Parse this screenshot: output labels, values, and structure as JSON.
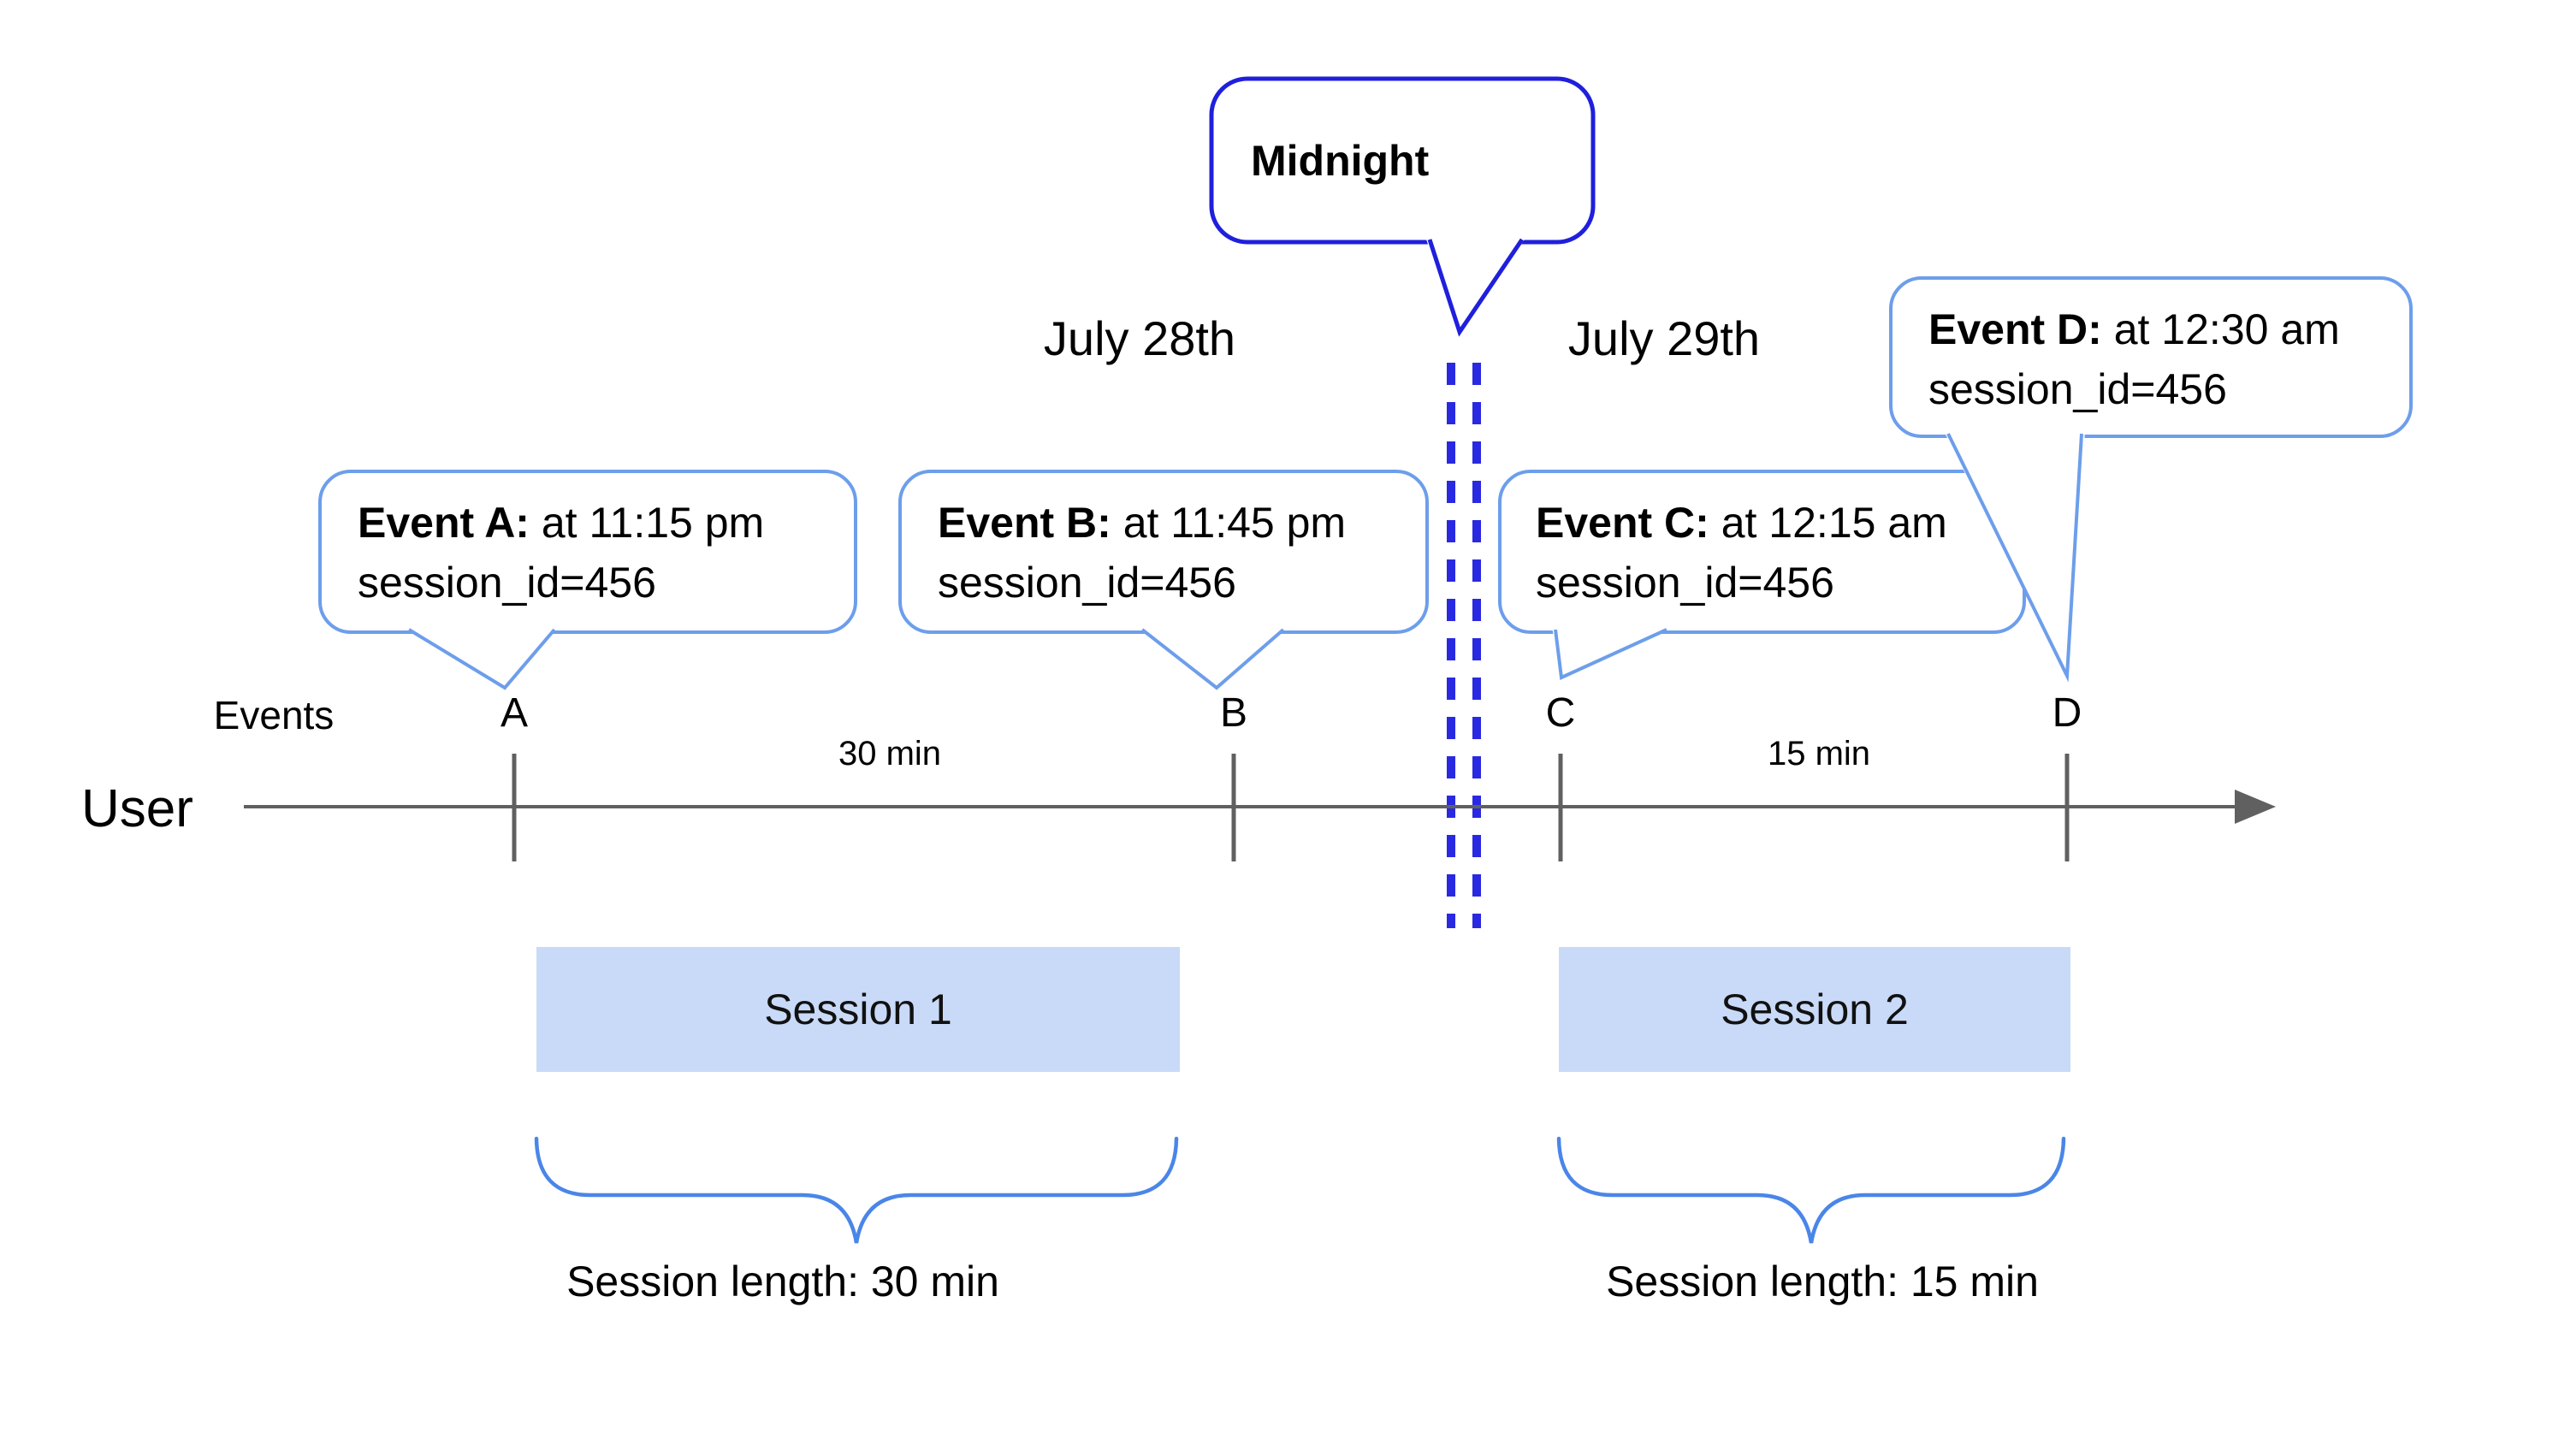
{
  "midnight_callout": {
    "label": "Midnight"
  },
  "date_labels": {
    "before": "July 28th",
    "after": "July 29th"
  },
  "axis": {
    "events_label": "Events",
    "user_label": "User",
    "interval_ab": "30 min",
    "interval_cd": "15 min"
  },
  "event_callouts": [
    {
      "id": "A",
      "bold": "Event A:",
      "detail": "at 11:15 pm",
      "session": "session_id=456"
    },
    {
      "id": "B",
      "bold": "Event B:",
      "detail": "at 11:45 pm",
      "session": "session_id=456"
    },
    {
      "id": "C",
      "bold": "Event C:",
      "detail": "at 12:15 am",
      "session": "session_id=456"
    },
    {
      "id": "D",
      "bold": "Event D:",
      "detail": "at 12:30 am",
      "session": "session_id=456"
    }
  ],
  "sessions": [
    {
      "name": "Session 1",
      "length": "Session length: 30 min"
    },
    {
      "name": "Session 2",
      "length": "Session length: 15 min"
    }
  ],
  "colors": {
    "callout_border_light": "#6d9eeb",
    "midnight_blue": "#1f1fdd",
    "dash_blue": "#2929e2",
    "brace_blue": "#4a86e8",
    "timeline_gray": "#606060",
    "session_fill": "#c9daf8",
    "text": "#000000"
  }
}
